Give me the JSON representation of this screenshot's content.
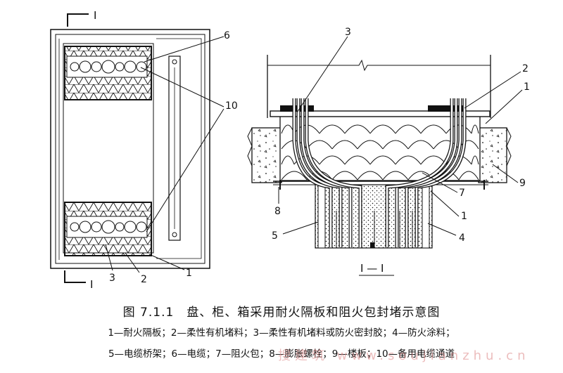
{
  "left_view": {
    "section_mark_top": "I",
    "section_mark_bottom": "I",
    "callouts": [
      "6",
      "10",
      "3",
      "2",
      "1"
    ]
  },
  "right_view": {
    "section_title": "I — I",
    "callouts": [
      "3",
      "2",
      "1",
      "9",
      "7",
      "8",
      "5",
      "1",
      "4"
    ]
  },
  "caption": "图 7.1.1　盘、柜、箱采用耐火隔板和阻火包封堵示意图",
  "legend_line1": "1—耐火隔板；2—柔性有机堵料；3—柔性有机堵料或防火密封胶；4—防火涂料；",
  "legend_line2": "5—电缆桥架；6—电缆；7—阻火包；8—膨胀螺栓；9—楼板；10—备用电缆通道",
  "watermark": "搜建筑 www.soujianzhu.cn",
  "colors": {
    "ink": "#111111",
    "watermark": "#dd8888"
  }
}
